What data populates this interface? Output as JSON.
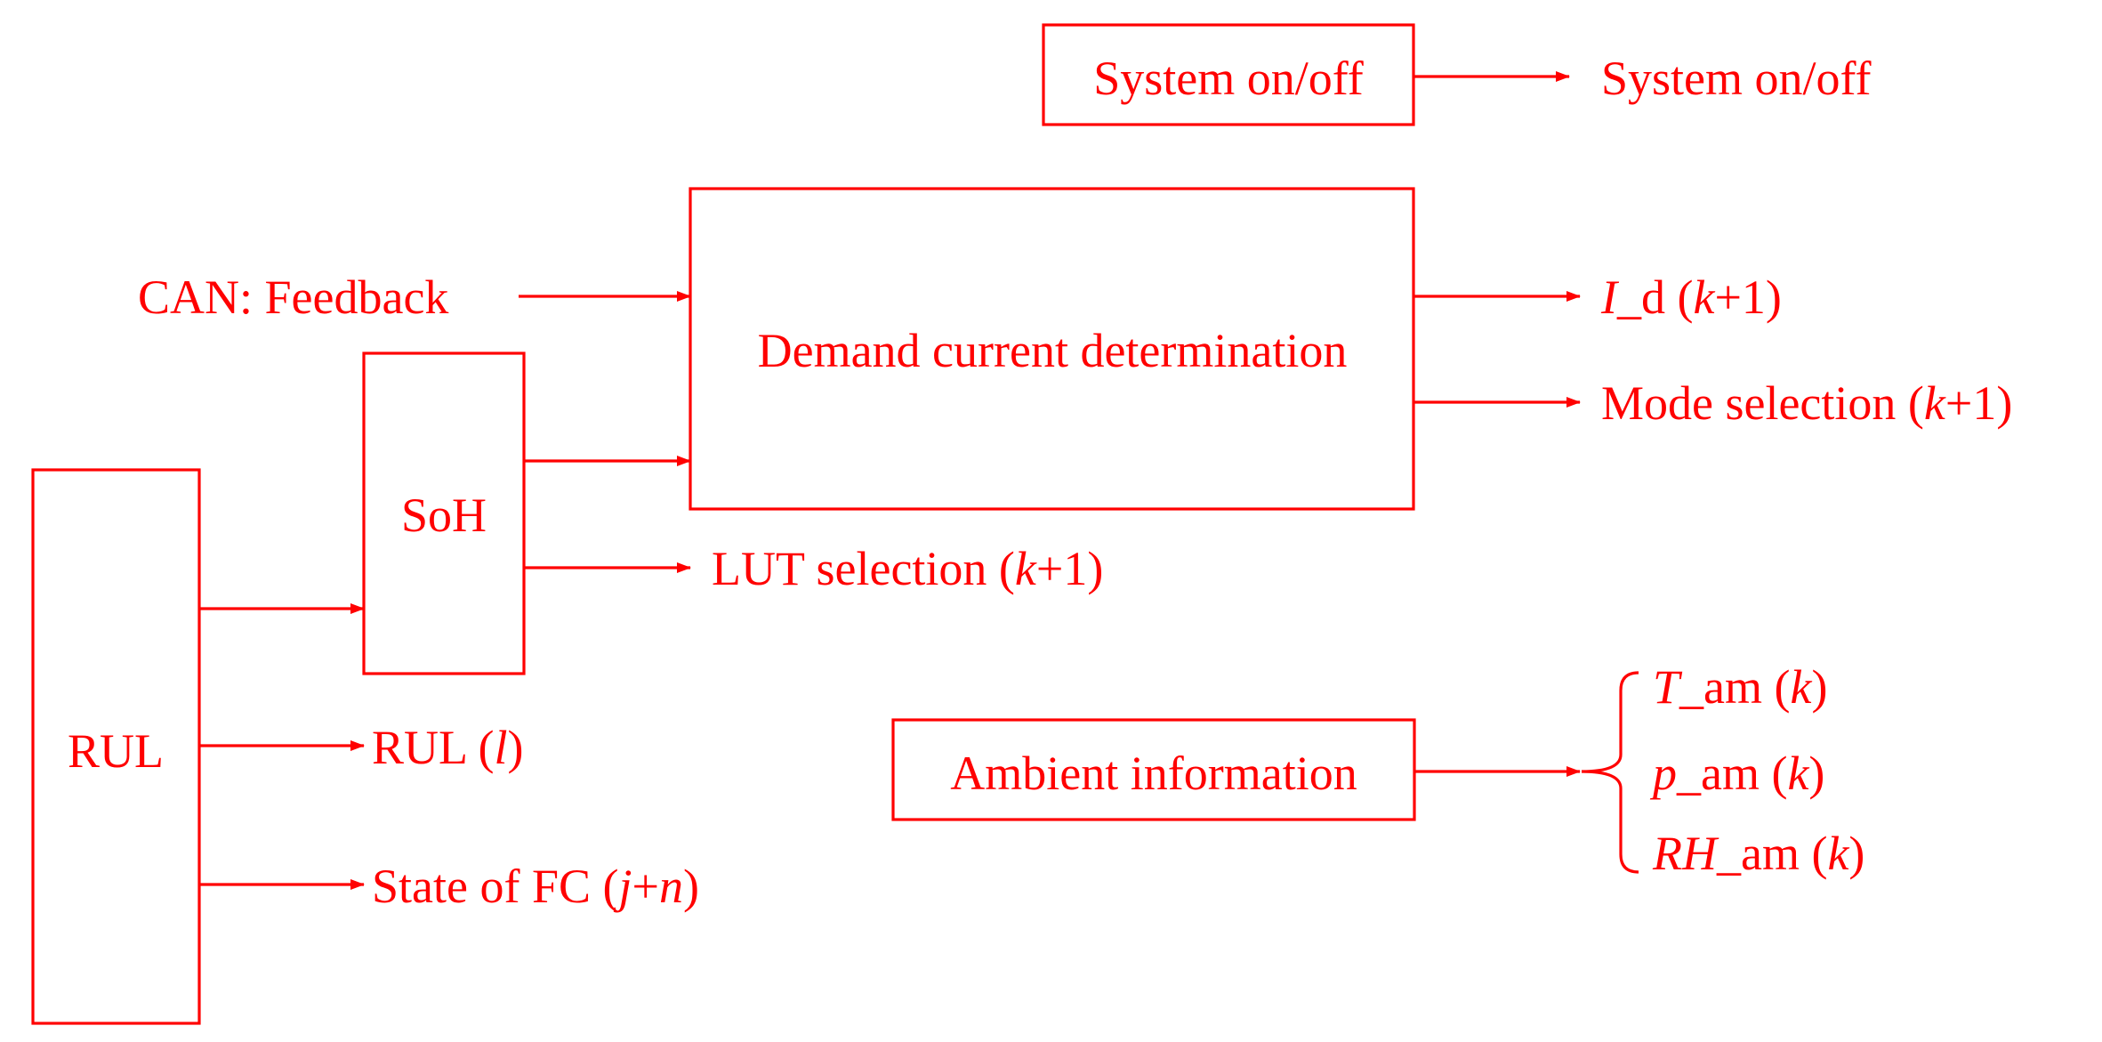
{
  "colors": {
    "stroke": "#ff0000",
    "text": "#ff0000",
    "background": "#ffffff"
  },
  "blocks": {
    "system_on_off": "System on/off",
    "demand_current": "Demand current determination",
    "soh": "SoH",
    "rul": "RUL",
    "ambient": "Ambient information"
  },
  "inputs": {
    "can_feedback": "CAN: Feedback"
  },
  "outputs": {
    "system_on_off": "System on/off",
    "id": {
      "var": "I",
      "rest": "_d (",
      "idx": "k",
      "tail": "+1)"
    },
    "mode_selection": {
      "pre": "Mode selection (",
      "idx": "k",
      "tail": "+1)"
    },
    "lut_selection": {
      "pre": "LUT selection (",
      "idx": "k",
      "tail": "+1)"
    },
    "rul_l": {
      "pre": "RUL (",
      "idx": "l",
      "tail": ")"
    },
    "state_fc": {
      "pre": "State of FC (",
      "idx1": "j",
      "mid": "+",
      "idx2": "n",
      "tail": ")"
    },
    "t_am": {
      "var": "T",
      "rest": "_am (",
      "idx": "k",
      "tail": ")"
    },
    "p_am": {
      "var": "p",
      "rest": "_am (",
      "idx": "k",
      "tail": ")"
    },
    "rh_am": {
      "var": "RH",
      "rest": "_am (",
      "idx": "k",
      "tail": ")"
    }
  }
}
